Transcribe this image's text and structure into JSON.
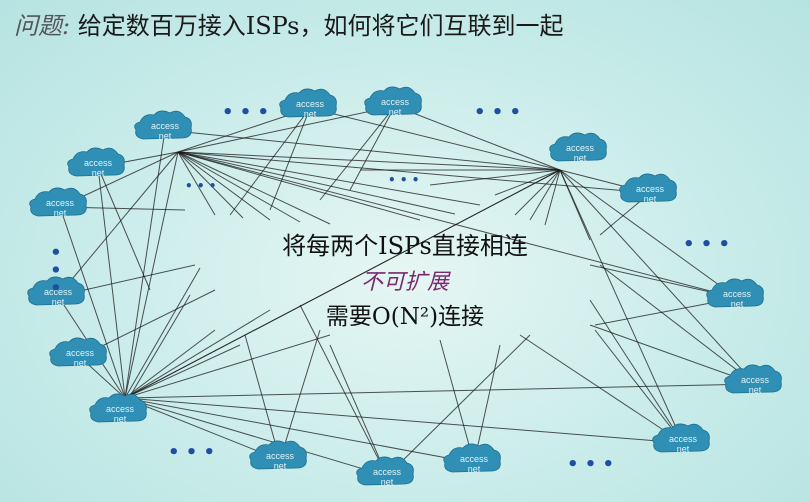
{
  "title": {
    "prefix": "问题:",
    "text": "给定数百万接入ISPs，如何将它们互联到一起"
  },
  "center": {
    "line1": "将每两个ISPs直接相连",
    "line2": "不可扩展",
    "line3": "需要O(N²)连接"
  },
  "node_label": {
    "line1": "access",
    "line2": "net"
  },
  "colors": {
    "node": "#2f8fb5",
    "line": "#1a1a1a",
    "dots": "#1f4fa0",
    "emphasis": "#7a2a6e"
  }
}
